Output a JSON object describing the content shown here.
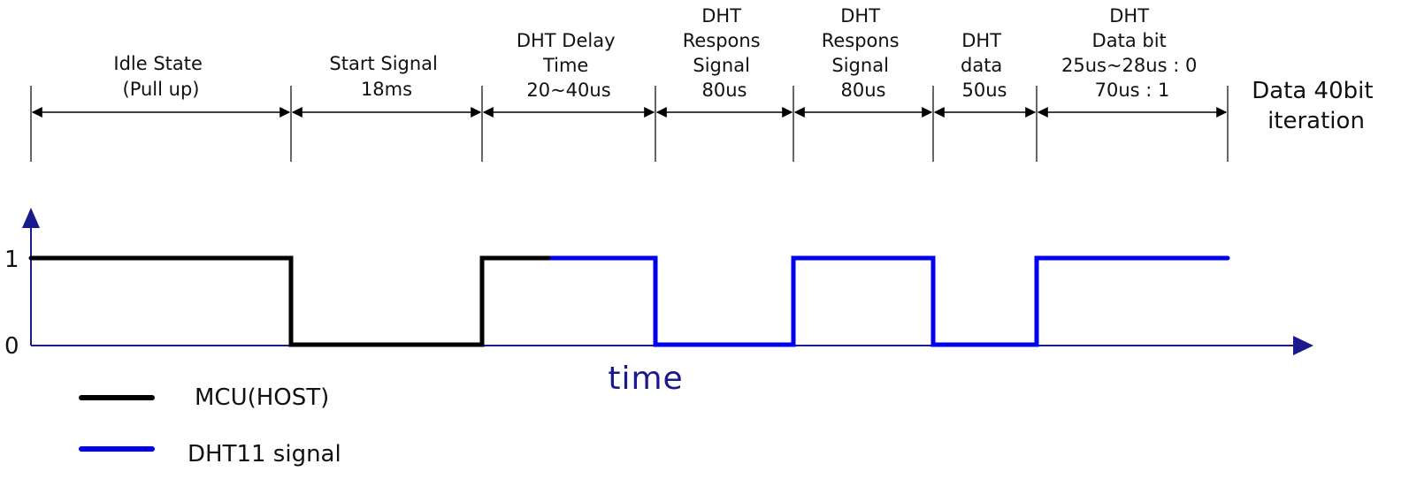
{
  "segments": [
    {
      "lines": [
        "Idle State",
        "(Pull up)"
      ]
    },
    {
      "lines": [
        "Start Signal",
        "18ms"
      ]
    },
    {
      "lines": [
        "DHT Delay",
        "Time",
        "20~40us"
      ]
    },
    {
      "lines": [
        "DHT",
        "Respons",
        "Signal",
        "80us"
      ]
    },
    {
      "lines": [
        "DHT",
        "Respons",
        "Signal",
        "80us"
      ]
    },
    {
      "lines": [
        "DHT",
        "data",
        "50us"
      ]
    },
    {
      "lines": [
        "DHT",
        "Data bit",
        "25us~28us : 0",
        "70us : 1"
      ]
    }
  ],
  "side_note": [
    "Data 40bit",
    "iteration"
  ],
  "axis": {
    "x_title": "time",
    "y_ticks": [
      "1",
      "0"
    ]
  },
  "legend": [
    {
      "label": "MCU(HOST)",
      "color": "#000000"
    },
    {
      "label": "DHT11 signal",
      "color": "#0000ee"
    }
  ],
  "signals": {
    "mcu": {
      "color": "#000000",
      "levels": [
        1,
        0,
        1
      ],
      "transitions_at": [
        1,
        2
      ]
    },
    "dht11": {
      "color": "#0000ee",
      "levels": [
        1,
        0,
        1,
        0,
        1
      ],
      "transitions_at": [
        3,
        4,
        5,
        6
      ]
    }
  },
  "colors": {
    "axis": "#1a1a8c",
    "text": "#111111"
  }
}
